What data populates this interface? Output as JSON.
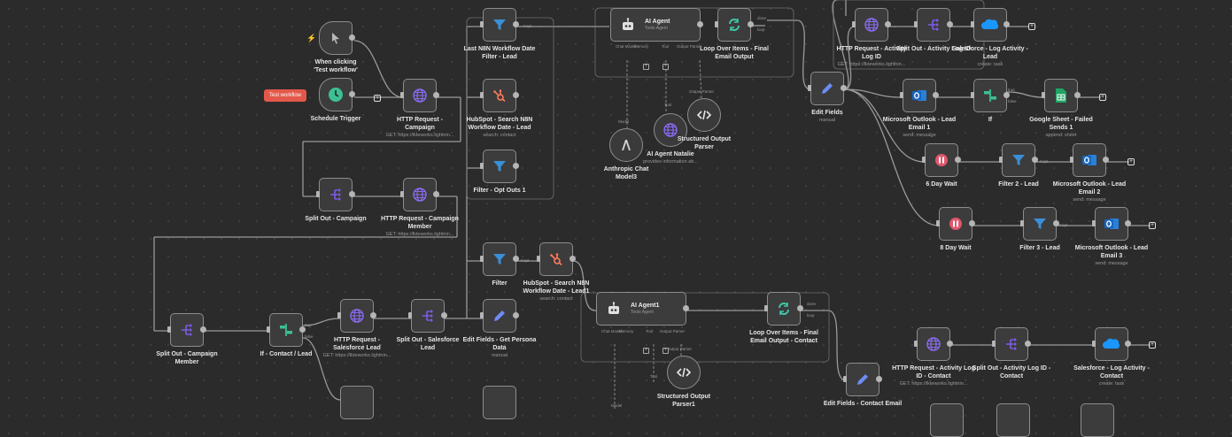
{
  "colors": {
    "accent": "#7d5ce6",
    "http": "#8a6bf2",
    "hubspot": "#ff7a59",
    "filter": "#3a8fd6",
    "edit": "#6e8cf5",
    "loop": "#3ec7a7",
    "wait": "#e0566d",
    "outlook": "#1565c0",
    "sheets": "#1fa463",
    "salesforce": "#1b96ff",
    "trigger": "#3cbf95"
  },
  "test_button": "Test workflow",
  "nodes": [
    {
      "label": "When clicking 'Test workflow'",
      "sub": "",
      "icon": "cursor-icon"
    },
    {
      "label": "Schedule Trigger",
      "sub": "",
      "icon": "clock-icon"
    },
    {
      "label": "HTTP Request - Campaign",
      "sub": "GET: https://lkteworks.lightnin...",
      "icon": "globe-icon"
    },
    {
      "label": "Split Out - Campaign",
      "sub": "",
      "icon": "split-icon"
    },
    {
      "label": "HTTP Request - Campaign Member",
      "sub": "GET: https://lkteworks.lightnin...",
      "icon": "globe-icon"
    },
    {
      "label": "Last N8N Workflow Date Filter - Lead",
      "sub": "",
      "icon": "filter-icon"
    },
    {
      "label": "HubSpot - Search N8N Workflow Date - Lead",
      "sub": "search: contact",
      "icon": "hubspot-icon"
    },
    {
      "label": "Filter - Opt Outs 1",
      "sub": "",
      "icon": "filter-icon"
    },
    {
      "label": "Filter",
      "sub": "",
      "icon": "filter-icon"
    },
    {
      "label": "HubSpot - Search N8N Workflow Date - Lead1",
      "sub": "search: contact",
      "icon": "hubspot-icon"
    },
    {
      "label": "Edit Fields - Get Persona Data",
      "sub": "manual",
      "icon": "pencil-icon"
    },
    {
      "label": "Split Out - Campaign Member",
      "sub": "",
      "icon": "split-icon"
    },
    {
      "label": "If - Contact / Lead",
      "sub": "",
      "icon": "if-icon"
    },
    {
      "label": "HTTP Request - Salesforce Lead",
      "sub": "GET: https://lkteworks.lightnin...",
      "icon": "globe-icon"
    },
    {
      "label": "Split Out - Salesforce Lead",
      "sub": "",
      "icon": "split-icon"
    },
    {
      "label": "Loop Over Items - Final Email Output",
      "sub": "",
      "icon": "loop-icon"
    },
    {
      "label": "Anthropic Chat Model3",
      "sub": "",
      "icon": "anthropic-icon"
    },
    {
      "label": "AI Agent Natalie",
      "sub": "provides information ab...",
      "icon": "globe-icon"
    },
    {
      "label": "Structured Output Parser",
      "sub": "",
      "icon": "code-icon"
    },
    {
      "label": "Loop Over Items - Final Email Output - Contact",
      "sub": "",
      "icon": "loop-icon"
    },
    {
      "label": "Structured Output Parser1",
      "sub": "",
      "icon": "code-icon"
    },
    {
      "label": "Edit Fields",
      "sub": "manual",
      "icon": "pencil-icon"
    },
    {
      "label": "HTTP Request - Activity Log ID",
      "sub": "GET: https://lkteworks.lightnin...",
      "icon": "globe-icon"
    },
    {
      "label": "Split Out - Activity Log ID",
      "sub": "",
      "icon": "split-icon"
    },
    {
      "label": "Salesforce - Log Activity - Lead",
      "sub": "create: task",
      "icon": "salesforce-icon"
    },
    {
      "label": "Microsoft Outlook - Lead Email 1",
      "sub": "send: message",
      "icon": "outlook-icon"
    },
    {
      "label": "If",
      "sub": "",
      "icon": "if-icon"
    },
    {
      "label": "Google Sheet - Failed Sends 1",
      "sub": "append: sheet",
      "icon": "sheets-icon"
    },
    {
      "label": "6 Day Wait",
      "sub": "",
      "icon": "pause-icon"
    },
    {
      "label": "Filter 2 - Lead",
      "sub": "",
      "icon": "filter-icon"
    },
    {
      "label": "Microsoft Outlook - Lead Email 2",
      "sub": "send: message",
      "icon": "outlook-icon"
    },
    {
      "label": "8 Day Wait",
      "sub": "",
      "icon": "pause-icon"
    },
    {
      "label": "Filter 3 - Lead",
      "sub": "",
      "icon": "filter-icon"
    },
    {
      "label": "Microsoft Outlook - Lead Email 3",
      "sub": "send: message",
      "icon": "outlook-icon"
    },
    {
      "label": "HTTP Request - Activity Log ID - Contact",
      "sub": "GET: https://lkteworks.lightnin...",
      "icon": "globe-icon"
    },
    {
      "label": "Split Out - Activity Log ID - Contact",
      "sub": "",
      "icon": "split-icon"
    },
    {
      "label": "Salesforce - Log Activity - Contact",
      "sub": "create: task",
      "icon": "salesforce-icon"
    },
    {
      "label": "Edit Fields - Contact Email",
      "sub": "",
      "icon": "pencil-icon"
    }
  ],
  "agents": [
    {
      "title": "AI Agent",
      "sub": "Tools Agent"
    },
    {
      "title": "AI Agent1",
      "sub": "Tools Agent"
    }
  ],
  "port_labels": {
    "kept": "Kept",
    "true": "true",
    "false": "false",
    "done": "done",
    "loop": "loop",
    "chat_model": "Chat Model",
    "memory": "Memory",
    "tool": "Tool",
    "output_parser": "Output Parser",
    "model": "Model"
  }
}
